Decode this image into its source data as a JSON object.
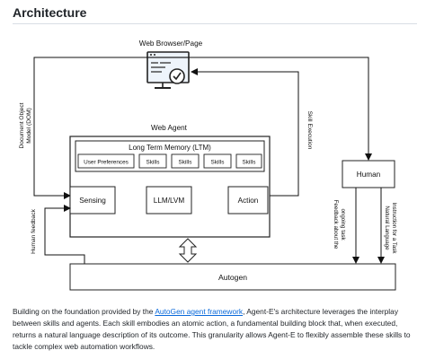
{
  "heading": "Architecture",
  "diagram": {
    "browser_label": "Web Browser/Page",
    "web_agent_label": "Web Agent",
    "ltm_label": "Long Term Memory (LTM)",
    "memory_boxes": [
      "User Preferences",
      "Skills",
      "Skills",
      "Skills",
      "Skills"
    ],
    "sensing_label": "Sensing",
    "llm_label": "LLM/LVM",
    "action_label": "Action",
    "human_label": "Human",
    "autogen_label": "Autogen",
    "dom_label_line1": "Document Object",
    "dom_label_line2": "Model (DOM)",
    "skill_execution_label": "Skill Execution",
    "human_feedback_label": "Human feedback",
    "feedback_task_line1": "Feedback about the",
    "feedback_task_line2": "ongoing task",
    "nl_instruction_line1": "Natural Language",
    "nl_instruction_line2": "Instruction for a Task"
  },
  "paragraph": {
    "before_link": "Building on the foundation provided by the ",
    "link_text": "AutoGen agent framework",
    "after_link": ", Agent-E's architecture leverages the interplay between skills and agents. Each skill embodies an atomic action, a fundamental building block that, when executed, returns a natural language description of its outcome. This granularity allows Agent-E to flexibly assemble these skills to tackle complex web automation workflows."
  }
}
